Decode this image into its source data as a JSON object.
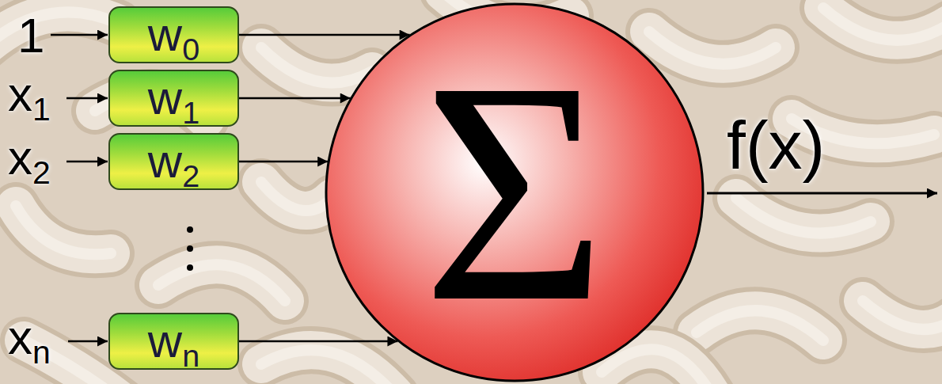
{
  "diagram": {
    "nodes": [
      {
        "text": [
          "w0"
        ]
      },
      {
        "text": [
          "w1"
        ]
      },
      {
        "text": [
          "w2"
        ]
      },
      {
        "text": [
          "wn"
        ]
      },
      {
        "text": [
          "Σ"
        ]
      }
    ],
    "edges": [
      {
        "from": 0,
        "to": 4,
        "arrow": "to"
      },
      {
        "from": 1,
        "to": 4,
        "arrow": "to"
      },
      {
        "from": 2,
        "to": 4,
        "arrow": "to"
      },
      {
        "from": 3,
        "to": 4,
        "arrow": "to"
      }
    ],
    "labels": [
      "1",
      "x1",
      "x2",
      "xn",
      "f(x)"
    ]
  }
}
